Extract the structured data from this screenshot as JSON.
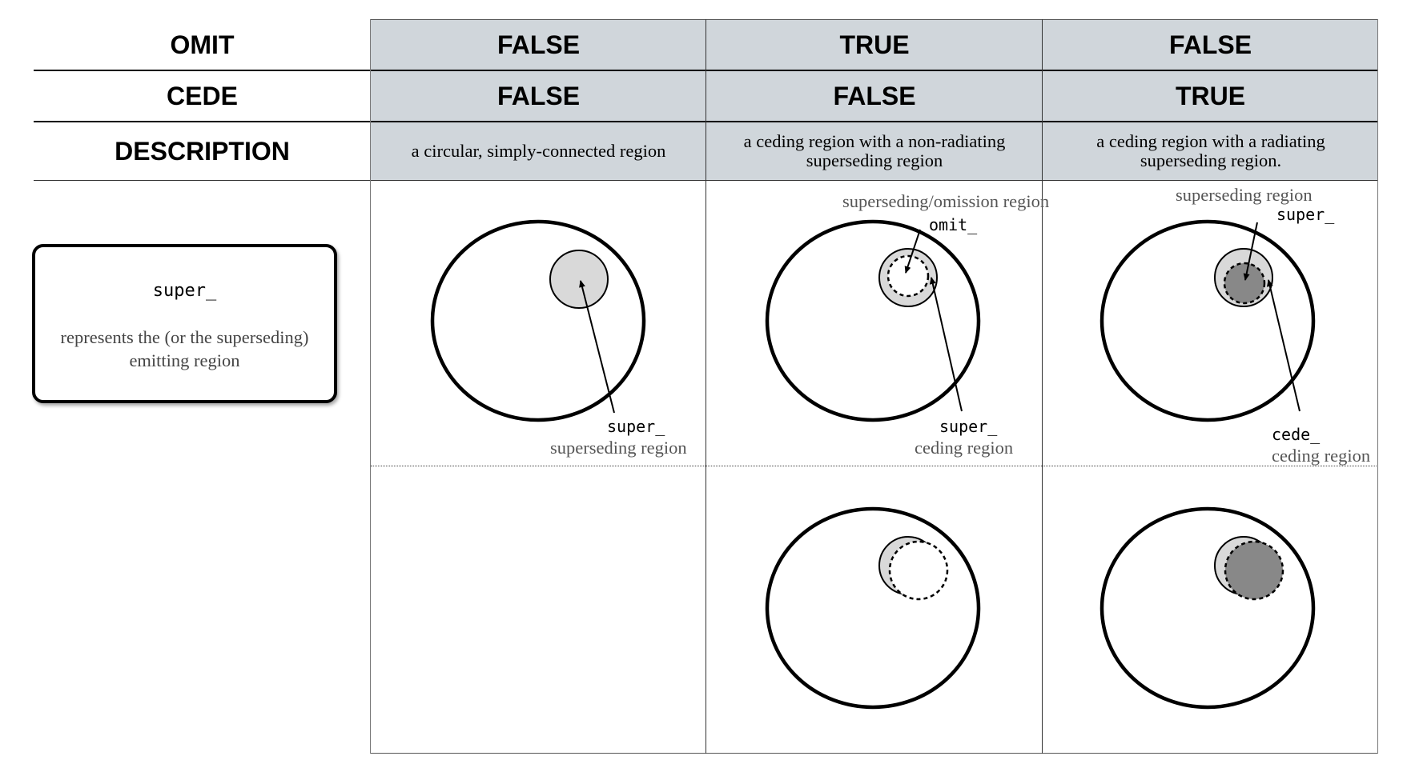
{
  "rows": {
    "omit_label": "OMIT",
    "cede_label": "CEDE",
    "description_label": "DESCRIPTION"
  },
  "columns": [
    {
      "omit": "FALSE",
      "cede": "FALSE",
      "description": "a circular, simply-connected region"
    },
    {
      "omit": "TRUE",
      "cede": "FALSE",
      "description": "a ceding region with a non-radiating superseding region"
    },
    {
      "omit": "FALSE",
      "cede": "TRUE",
      "description": "a ceding region with a radiating superseding region."
    }
  ],
  "legend": {
    "code": "super_",
    "text": "represents the (or the superseding) emitting region"
  },
  "annotations": {
    "col1": {
      "code": "super_",
      "label": "superseding region"
    },
    "col2": {
      "top_label": "superseding/omission region",
      "top_code": "omit_",
      "code": "super_",
      "label": "ceding region"
    },
    "col3": {
      "top_label": "superseding region",
      "top_code": "super_",
      "code": "cede_",
      "label": "ceding region"
    }
  },
  "colors": {
    "header_bg": "#d0d6db",
    "light_fill": "#d9d9d9",
    "dark_fill": "#888888",
    "annotation_text": "#555555"
  }
}
